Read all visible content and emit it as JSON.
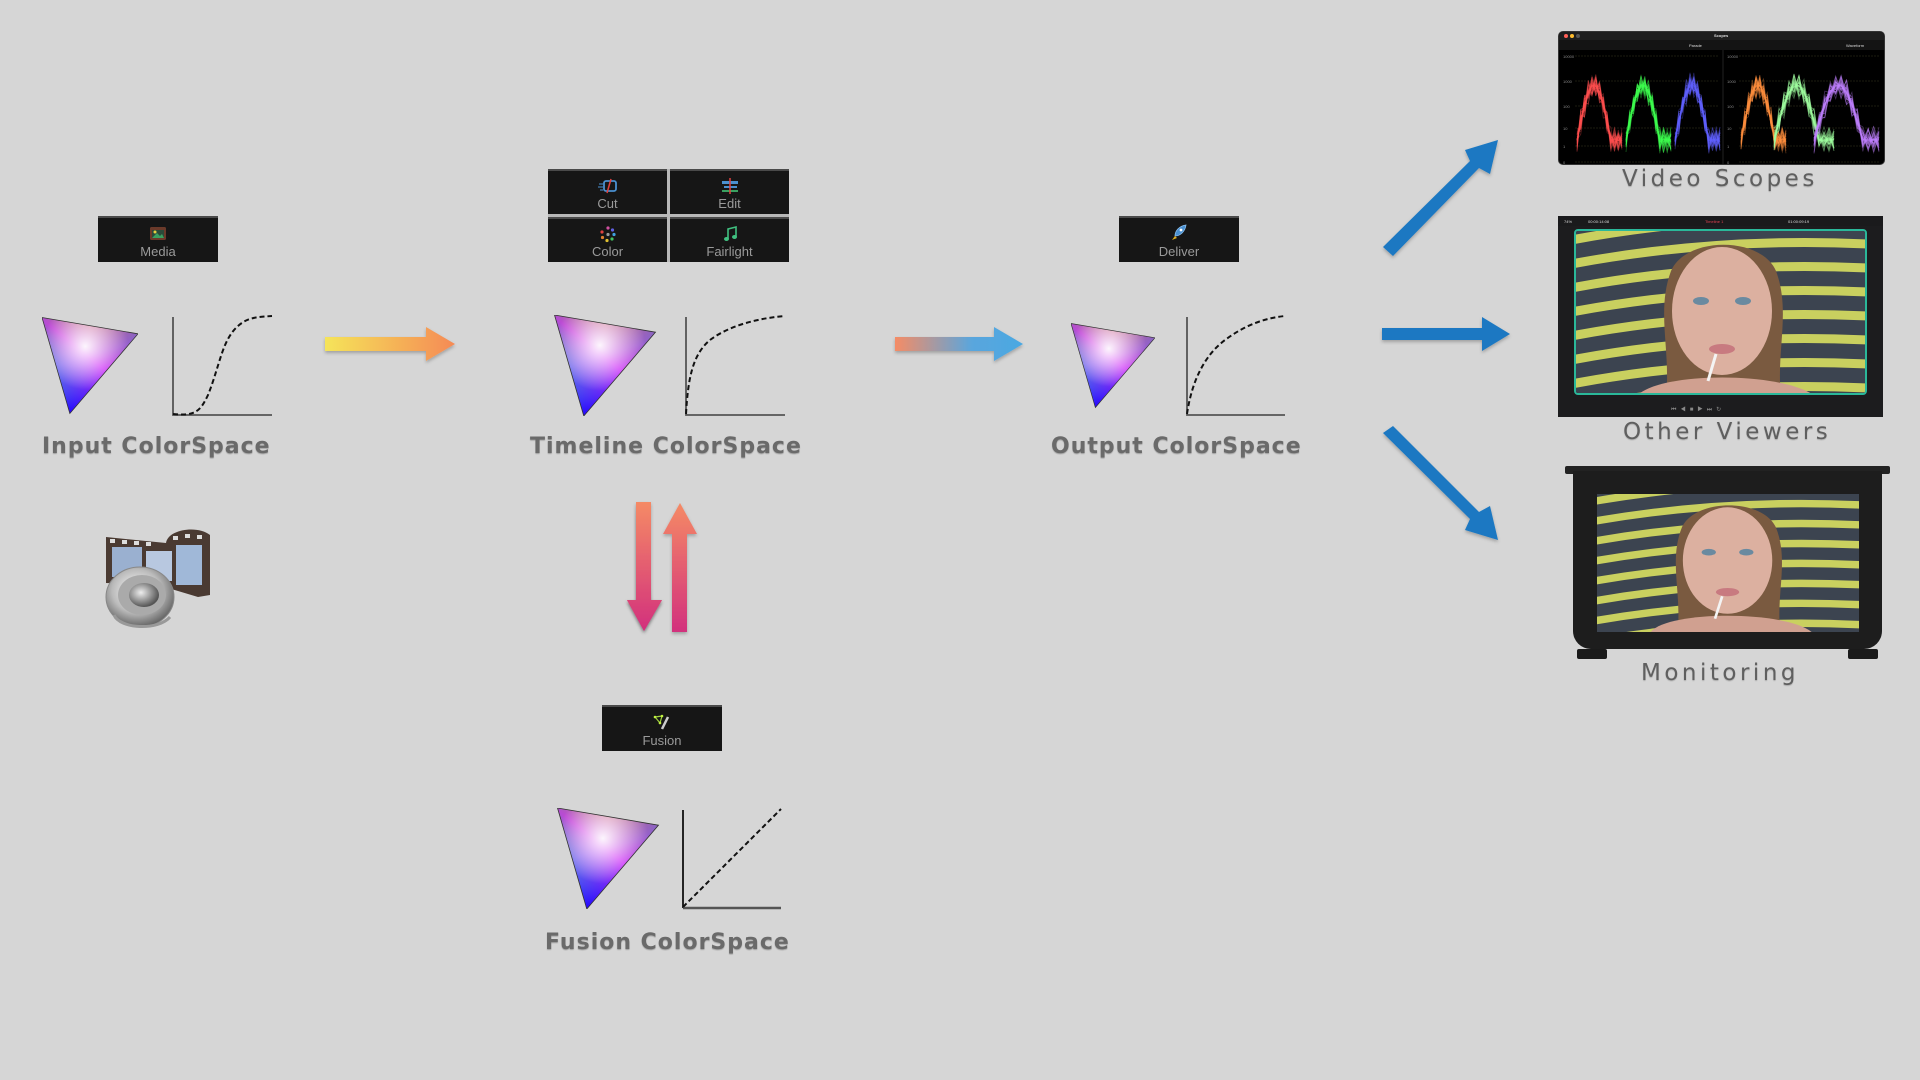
{
  "pages": {
    "media": {
      "label": "Media",
      "icon": "media-page-icon"
    },
    "cut": {
      "label": "Cut",
      "icon": "cut-page-icon"
    },
    "edit": {
      "label": "Edit",
      "icon": "edit-page-icon"
    },
    "color": {
      "label": "Color",
      "icon": "color-page-icon"
    },
    "fairlight": {
      "label": "Fairlight",
      "icon": "fairlight-page-icon"
    },
    "deliver": {
      "label": "Deliver",
      "icon": "deliver-page-icon"
    },
    "fusion": {
      "label": "Fusion",
      "icon": "fusion-page-icon"
    }
  },
  "colorspaces": {
    "input": {
      "label": "Input ColorSpace",
      "curve": "s-curve"
    },
    "timeline": {
      "label": "Timeline ColorSpace",
      "curve": "log-curve"
    },
    "output": {
      "label": "Output ColorSpace",
      "curve": "gamma-curve"
    },
    "fusion": {
      "label": "Fusion ColorSpace",
      "curve": "linear"
    }
  },
  "destinations": {
    "scopes": {
      "label": "Video Scopes",
      "window_title": "Scopes",
      "left_mode": "Parade",
      "right_mode": "Waveform",
      "axis_ticks": [
        "10000",
        "1000",
        "100",
        "10",
        "1",
        "0"
      ]
    },
    "viewers": {
      "label": "Other Viewers",
      "zoom": "74%",
      "source_timecode": "00:00:14:08",
      "timeline_name": "Timeline 1",
      "record_timecode": "01:00:09:19"
    },
    "monitoring": {
      "label": "Monitoring"
    }
  },
  "colors": {
    "background": "#d6d6d6",
    "arrow_blue": "#1a78c2",
    "arrow_yellow": "#f5e45a",
    "arrow_orange": "#f58c5a",
    "arrow_sky": "#4aa8e2",
    "arrow_pink": "#d4307a",
    "label_gray": "#6a6a6a"
  }
}
